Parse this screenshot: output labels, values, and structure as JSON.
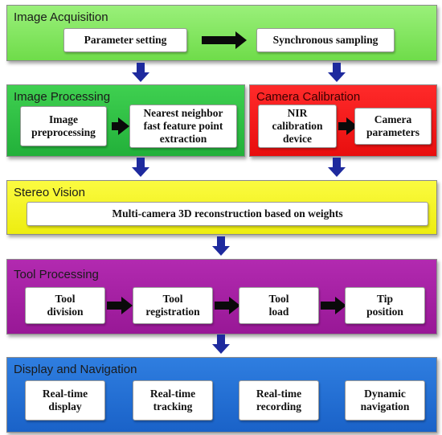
{
  "acquisition": {
    "title": "Image Acquisition",
    "param": "Parameter setting",
    "sync": "Synchronous sampling",
    "color": "#7ee65a"
  },
  "processing": {
    "title": "Image Processing",
    "preproc": "Image\npreprocessing",
    "nearest": "Nearest neighbor\nfast feature point\nextraction",
    "color": "#2fbf46"
  },
  "calibration": {
    "title": "Camera Calibration",
    "nir": "NIR\ncalibration\ndevice",
    "params": "Camera\nparameters",
    "color": "#ff1a1a"
  },
  "stereo": {
    "title": "Stereo Vision",
    "recon": "Multi-camera 3D reconstruction based on weights",
    "color": "#f5f51a"
  },
  "tool": {
    "title": "Tool Processing",
    "division": "Tool\ndivision",
    "registration": "Tool\nregistration",
    "load": "Tool\nload",
    "tip": "Tip\nposition",
    "color": "#a51aa0"
  },
  "display": {
    "title": "Display and Navigation",
    "realtime_display": "Real-time\ndisplay",
    "realtime_tracking": "Real-time\ntracking",
    "realtime_recording": "Real-time\nrecording",
    "dynamic_nav": "Dynamic\nnavigation",
    "color": "#1f6fd6"
  },
  "colors": {
    "arrow_blue": "#1e2a9e",
    "arrow_black": "#0a0a0a"
  }
}
